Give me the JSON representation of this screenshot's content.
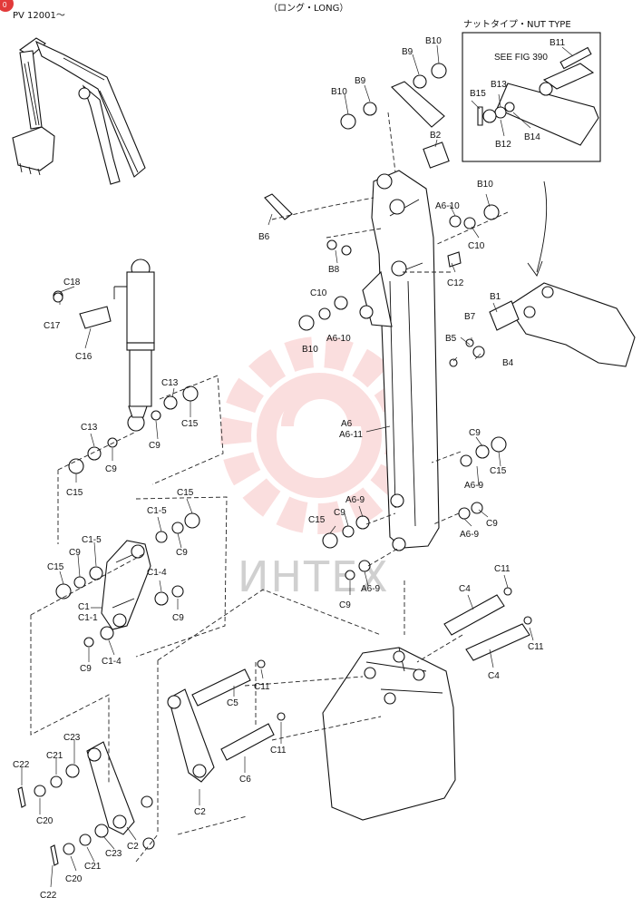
{
  "header": {
    "model_range": "PV 12001～",
    "title": "（ロング・LONG）",
    "badge": "0"
  },
  "inset": {
    "title": "ナットタイプ・NUT TYPE",
    "ref": "SEE FIG 390"
  },
  "watermark": {
    "text": "ИНТЕХ",
    "color": "#f08a8a"
  },
  "labels": {
    "B9a": "B9",
    "B10a": "B10",
    "B10b": "B10",
    "B9b": "B9",
    "B2": "B2",
    "B11": "B11",
    "B13": "B13",
    "B15": "B15",
    "B12": "B12",
    "B14": "B14",
    "B6": "B6",
    "B8": "B8",
    "B10c": "B10",
    "A6_10a": "A6-10",
    "C10a": "C10",
    "C12": "C12",
    "C10b": "C10",
    "B10d": "B10",
    "A6_10b": "A6-10",
    "B1": "B1",
    "B7": "B7",
    "B5": "B5",
    "B4": "B4",
    "C18": "C18",
    "C17": "C17",
    "C16": "C16",
    "C13a": "C13",
    "C15a": "C15",
    "C9a": "C9",
    "C13b": "C13",
    "C9b": "C9",
    "C15b": "C15",
    "A6": "A6",
    "A6_11": "A6-11",
    "C9c": "C9",
    "C15c": "C15",
    "A6_9a": "A6-9",
    "C9d": "C9",
    "A6_9b": "A6-9",
    "A6_9c": "A6-9",
    "C15d": "C15",
    "C9e": "C9",
    "C9f": "C9",
    "A6_9d": "A6-9",
    "C15e": "C15",
    "C1_5a": "C1-5",
    "C1_5b": "C1-5",
    "C9g": "C9",
    "C9h": "C9",
    "C15f": "C15",
    "C1_4a": "C1-4",
    "C1": "C1",
    "C1_1": "C1-1",
    "C9i": "C9",
    "C9j": "C9",
    "C1_4b": "C1-4",
    "C11a": "C11",
    "C4a": "C4",
    "C11b": "C11",
    "C4b": "C4",
    "C11c": "C11",
    "C5": "C5",
    "C11d": "C11",
    "C6": "C6",
    "C2a": "C2",
    "C22a": "C22",
    "C23a": "C23",
    "C21a": "C21",
    "C20a": "C20",
    "C2b": "C2",
    "C23b": "C23",
    "C21b": "C21",
    "C20b": "C20",
    "C22b": "C22"
  }
}
